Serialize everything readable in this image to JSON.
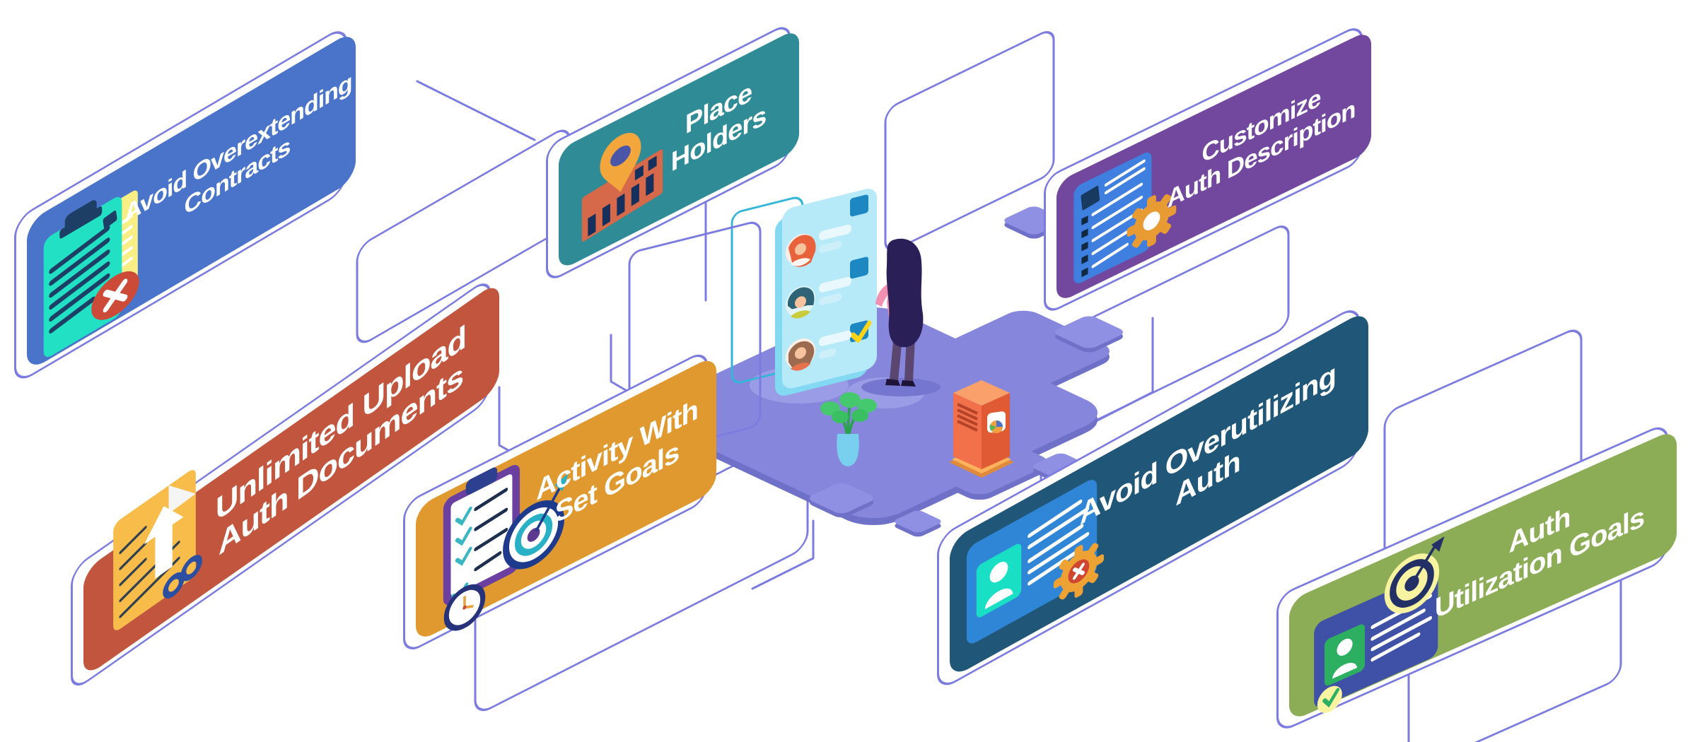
{
  "title": "Auth management isometric infographic",
  "colors": {
    "background": "#ffffff",
    "outline": "#7b7be0",
    "platform": "#8687dc",
    "platform_side": "#6f71c9",
    "tile": "#8f90e3",
    "board_face": "#b7eaf9",
    "checkbox_blue": "#1d87c2",
    "check_yellow": "#ffd418"
  },
  "cards": [
    {
      "id": "avoid-overextending-contracts",
      "line1": "Avoid Overextending",
      "line2": "Contracts",
      "color": "#4a74c9",
      "icon": "contract-rejected-icon"
    },
    {
      "id": "place-holders",
      "line1": "Place",
      "line2": "Holders",
      "color": "#2f8b96",
      "icon": "location-building-icon"
    },
    {
      "id": "customize-auth-description",
      "line1": "Customize",
      "line2": "Auth Description",
      "color": "#71489e",
      "icon": "document-settings-icon"
    },
    {
      "id": "unlimited-upload-auth-documents",
      "line1": "Unlimited Upload",
      "line2": "Auth Documents",
      "color": "#c1553d",
      "icon": "document-upload-infinity-icon"
    },
    {
      "id": "activity-with-set-goals",
      "line1": "Activity With",
      "line2": "Set Goals",
      "color": "#df992e",
      "icon": "checklist-target-clock-icon"
    },
    {
      "id": "avoid-overutilizing-auth",
      "line1": "Avoid Overutilizing",
      "line2": "Auth",
      "color": "#205678",
      "icon": "id-card-gear-error-icon"
    },
    {
      "id": "auth-utilization-goals",
      "line1": "Auth",
      "line2": "Utilization Goals",
      "color": "#8cac55",
      "icon": "id-card-target-check-icon"
    }
  ],
  "illustration": {
    "scene": "woman reviewing a candidate checklist board on an isometric platform",
    "elements": [
      "standing-woman",
      "candidate-checklist-board",
      "potted-plant",
      "orange-kiosk",
      "isometric-platform",
      "floating-tiles",
      "outline-panels",
      "connector-lines"
    ],
    "board": {
      "avatar_rows": 3,
      "checkboxes": 3,
      "checked_boxes": 1
    }
  }
}
